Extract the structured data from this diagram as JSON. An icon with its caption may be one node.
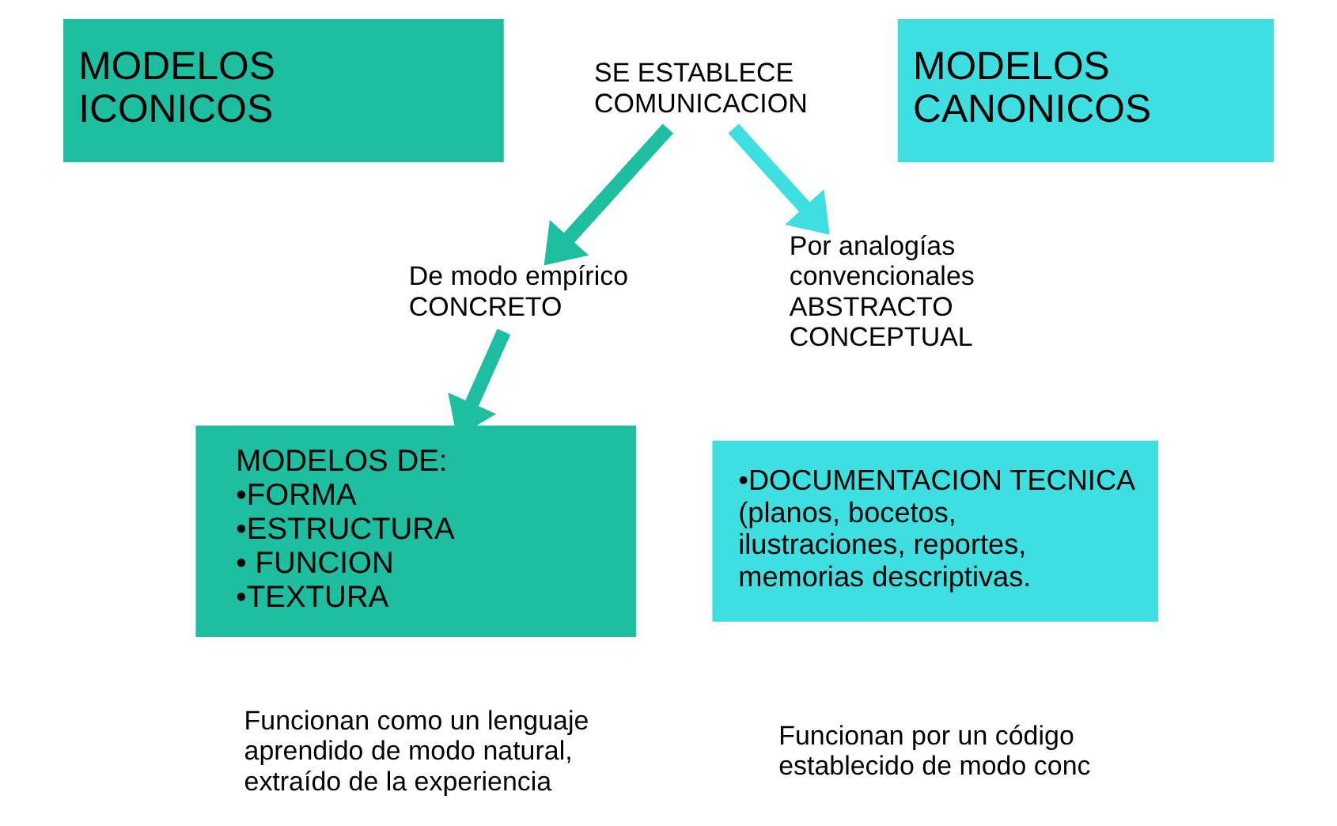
{
  "diagram": {
    "nodes": [
      {
        "text": [
          "MODELOS ICONICOS"
        ]
      },
      {
        "text": [
          "MODELOS CANONICOS"
        ]
      },
      {
        "text": [
          "SE ESTABLECE COMUNICACION"
        ]
      },
      {
        "text": [
          "De modo empírico CONCRETO"
        ]
      },
      {
        "text": [
          "Por analogías convencionales ABSTRACTO CONCEPTUAL"
        ]
      },
      {
        "text": [
          "MODELOS DE:",
          "•FORMA",
          "•ESTRUCTURA",
          "• FUNCION",
          "•TEXTURA"
        ],
        "beside": [
          "Funcionan como un lenguaje aprendido de modo natural, extraído de la experiencia"
        ]
      },
      {
        "text": [
          "•DOCUMENTACION TECNICA (planos, bocetos, ilustraciones, reportes, memorias descriptivas."
        ],
        "beside": [
          "Funcionan por un código establecido de modo conc"
        ]
      }
    ],
    "edges": [
      {
        "from": 2,
        "to": 3,
        "arrow": "to"
      },
      {
        "from": 2,
        "to": 4,
        "arrow": "to",
        "color": "#3ddfe0"
      },
      {
        "from": 3,
        "to": 5,
        "arrow": "to"
      }
    ]
  }
}
